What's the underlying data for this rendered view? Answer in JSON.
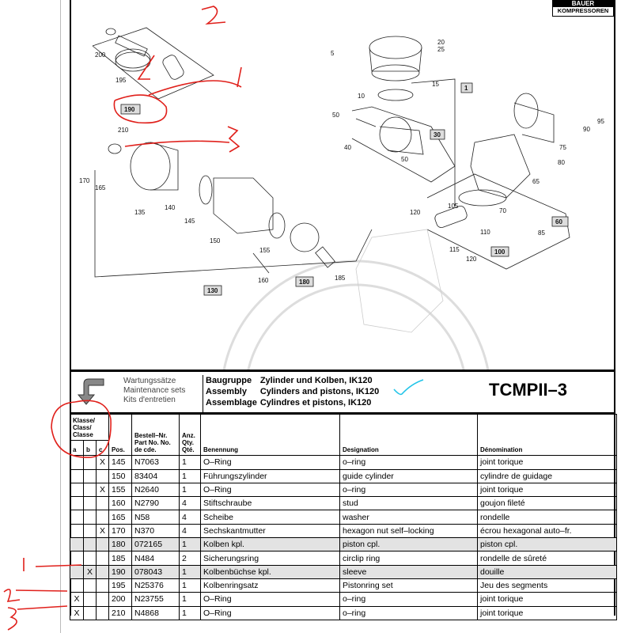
{
  "logo": {
    "brand": "BAUER",
    "sub": "KOMPRESSOREN"
  },
  "diagram": {
    "callouts": [
      "200",
      "195",
      "190",
      "210",
      "170",
      "165",
      "135",
      "140",
      "145",
      "150",
      "155",
      "160",
      "180",
      "185",
      "130",
      "5",
      "20",
      "25",
      "15",
      "1",
      "10",
      "50",
      "30",
      "40",
      "50",
      "95",
      "90",
      "75",
      "80",
      "65",
      "105",
      "120",
      "70",
      "110",
      "85",
      "60",
      "115",
      "120",
      "100"
    ]
  },
  "header": {
    "maintenance": [
      "Wartungssätze",
      "Maintenance sets",
      "Kits d'entretien"
    ],
    "assembly": [
      {
        "label": "Baugruppe",
        "value": "Zylinder und Kolben,  IK120"
      },
      {
        "label": "Assembly",
        "value": "Cylinders and pistons,  IK120"
      },
      {
        "label": "Assemblage",
        "value": "Cylindres et pistons,  IK120"
      }
    ],
    "code": "TCMPII–3"
  },
  "columns": {
    "class": "Klasse/ Class/ Classe",
    "a": "a",
    "b": "b",
    "c": "c",
    "pos": "Pos.",
    "part": "Bestell–Nr. Part No. No. de cde.",
    "qty": "Anz. Qty. Qté.",
    "de": "Benennung",
    "en": "Designation",
    "fr": "Dénomination"
  },
  "rows": [
    {
      "a": "",
      "b": "",
      "c": "X",
      "pos": "145",
      "part": "N7063",
      "qty": "1",
      "de": "O–Ring",
      "en": "o–ring",
      "fr": "joint torique"
    },
    {
      "a": "",
      "b": "",
      "c": "",
      "pos": "150",
      "part": "83404",
      "qty": "1",
      "de": "Führungszylinder",
      "en": "guide cylinder",
      "fr": "cylindre de guidage"
    },
    {
      "a": "",
      "b": "",
      "c": "X",
      "pos": "155",
      "part": "N2640",
      "qty": "1",
      "de": "O–Ring",
      "en": "o–ring",
      "fr": "joint torique"
    },
    {
      "a": "",
      "b": "",
      "c": "",
      "pos": "160",
      "part": "N2790",
      "qty": "4",
      "de": "Stiftschraube",
      "en": "stud",
      "fr": "goujon fileté"
    },
    {
      "a": "",
      "b": "",
      "c": "",
      "pos": "165",
      "part": "N58",
      "qty": "4",
      "de": "Scheibe",
      "en": "washer",
      "fr": "rondelle"
    },
    {
      "a": "",
      "b": "",
      "c": "X",
      "pos": "170",
      "part": "N370",
      "qty": "4",
      "de": "Sechskantmutter",
      "en": "hexagon nut self–locking",
      "fr": "écrou hexagonal auto–fr."
    },
    {
      "a": "",
      "b": "",
      "c": "",
      "pos": "180",
      "part": "072165",
      "qty": "1",
      "de": "Kolben kpl.",
      "en": "piston cpl.",
      "fr": "piston cpl.",
      "hl": true
    },
    {
      "a": "",
      "b": "",
      "c": "",
      "pos": "185",
      "part": "N484",
      "qty": "2",
      "de": "Sicherungsring",
      "en": "circlip ring",
      "fr": "rondelle de sûreté"
    },
    {
      "a": "",
      "b": "X",
      "c": "",
      "pos": "190",
      "part": "078043",
      "qty": "1",
      "de": "Kolbenbüchse kpl.",
      "en": "sleeve",
      "fr": "douille",
      "hl": true
    },
    {
      "a": "",
      "b": "",
      "c": "",
      "pos": "195",
      "part": "N25376",
      "qty": "1",
      "de": "Kolbenringsatz",
      "en": "Pistonring set",
      "fr": "Jeu des segments"
    },
    {
      "a": "X",
      "b": "",
      "c": "",
      "pos": "200",
      "part": "N23755",
      "qty": "1",
      "de": "O–Ring",
      "en": "o–ring",
      "fr": "joint torique"
    },
    {
      "a": "X",
      "b": "",
      "c": "",
      "pos": "210",
      "part": "N4868",
      "qty": "1",
      "de": "O–Ring",
      "en": "o–ring",
      "fr": "joint torique"
    }
  ],
  "annotations": {
    "numbers": [
      "2",
      "1",
      "3",
      "1",
      "2",
      "3"
    ],
    "red": "#e0201b",
    "cyan": "#22c4e8"
  }
}
